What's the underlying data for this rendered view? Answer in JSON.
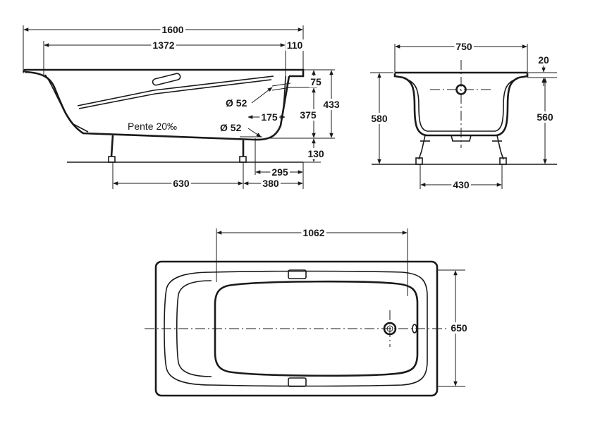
{
  "side_view": {
    "overall_length": "1600",
    "inner_length": "1372",
    "rim_end_width": "110",
    "rim_depth": "75",
    "total_height": "433",
    "inner_depth": "375",
    "overflow_diameter": "Ø 52",
    "overflow_offset": "175",
    "drain_diameter": "Ø 52",
    "slope_label": "Pente 20‰",
    "foot_height": "130",
    "drain_to_end": "295",
    "feet_spacing": "630",
    "foot_to_end": "380"
  },
  "end_view": {
    "overall_width": "750",
    "rim_height": "20",
    "total_height": "580",
    "rim_floor_height": "560",
    "feet_width": "430"
  },
  "top_view": {
    "handle_spacing": "1062",
    "overall_width": "650"
  }
}
